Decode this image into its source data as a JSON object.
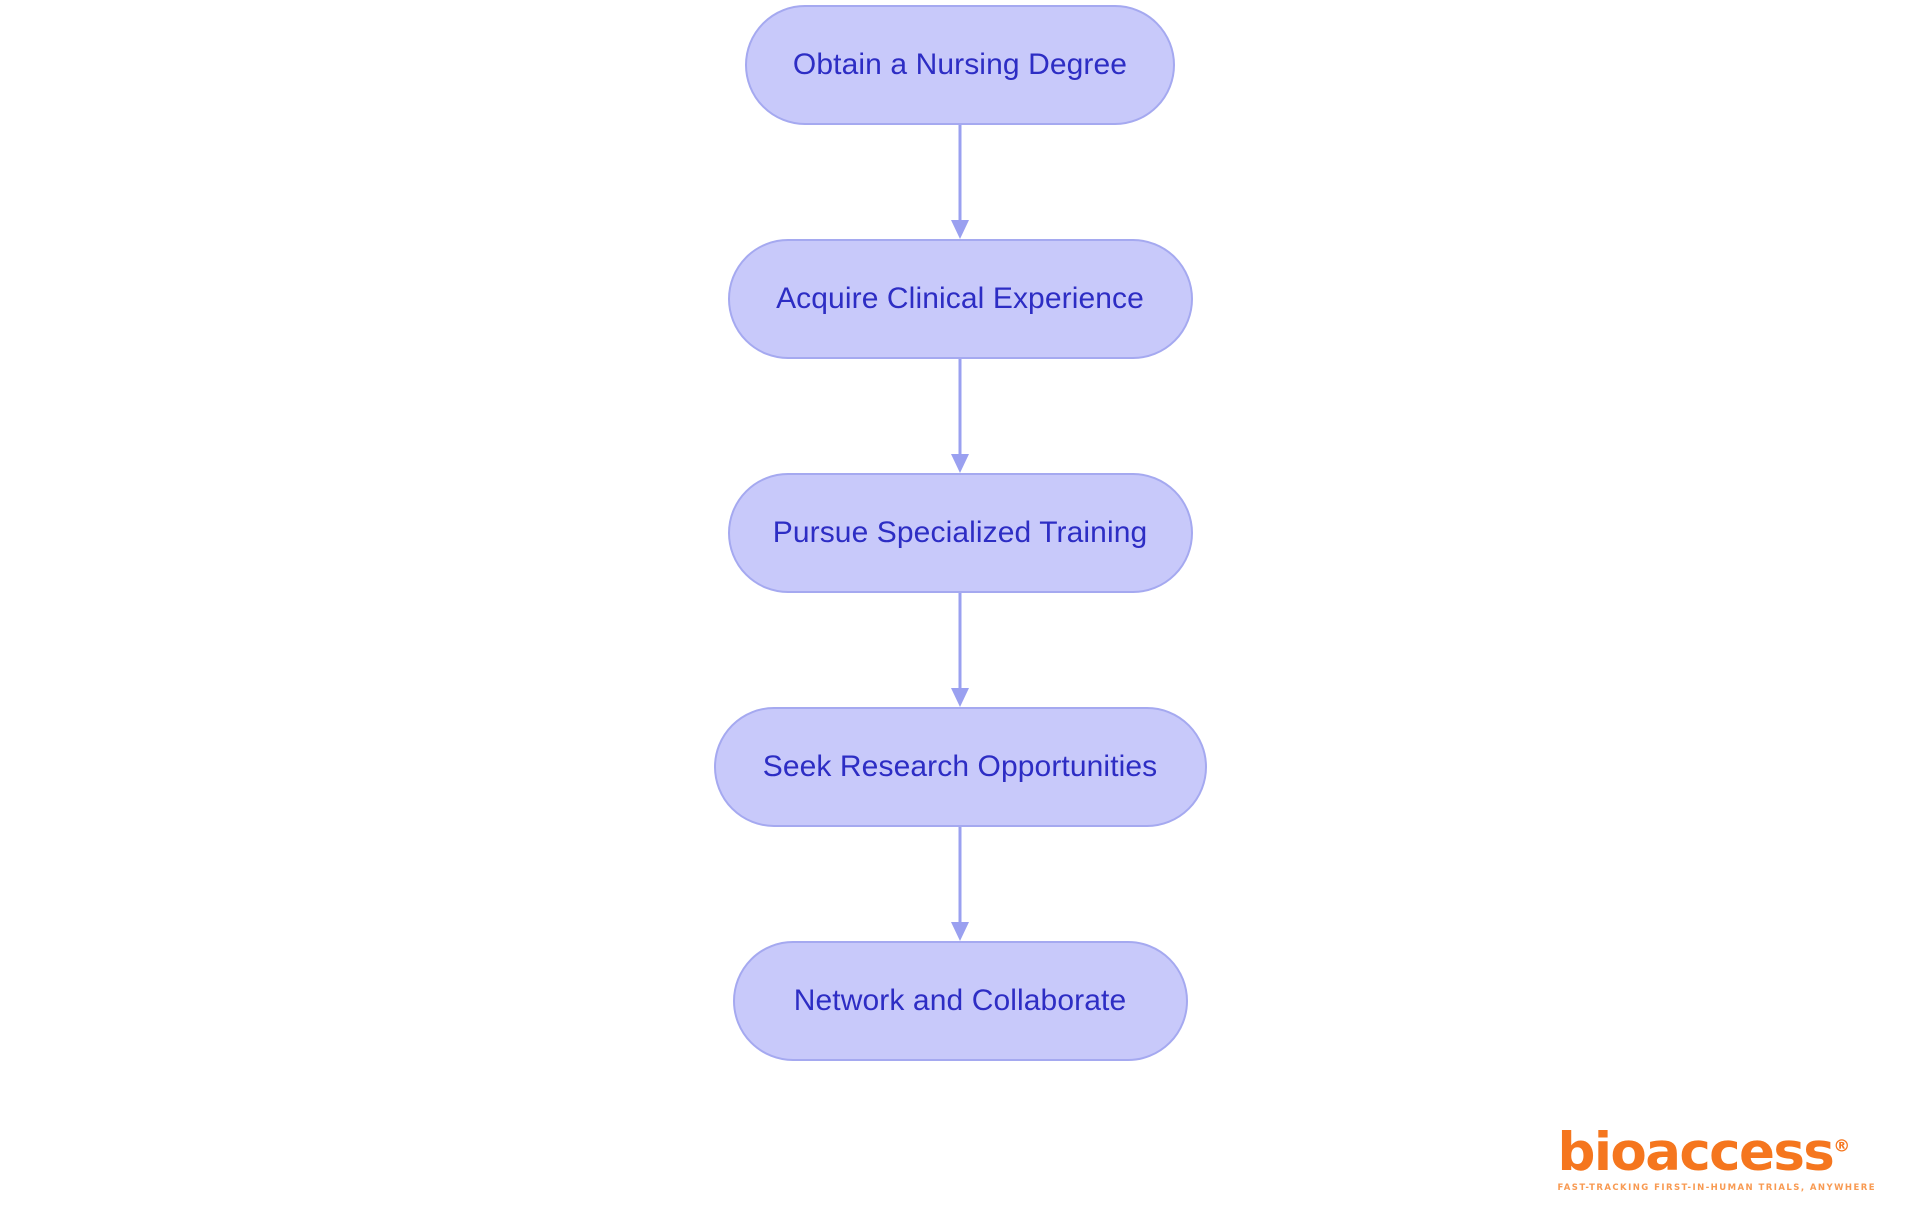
{
  "diagram": {
    "type": "flowchart",
    "orientation": "vertical",
    "background_color": "#ffffff",
    "node_fill_color": "#c8c9fa",
    "node_border_color": "#a5a9f0",
    "node_text_color": "#2d2dc4",
    "connector_color": "#9aa0f0",
    "nodes": [
      {
        "id": "node-1",
        "label": "Obtain a Nursing Degree",
        "width_class": "w-430"
      },
      {
        "id": "node-2",
        "label": "Acquire Clinical Experience",
        "width_class": "w-465"
      },
      {
        "id": "node-3",
        "label": "Pursue Specialized Training",
        "width_class": "w-465"
      },
      {
        "id": "node-4",
        "label": "Seek Research Opportunities",
        "width_class": "w-493"
      },
      {
        "id": "node-5",
        "label": "Network and Collaborate",
        "width_class": "w-455"
      }
    ],
    "connectors": [
      {
        "from": "node-1",
        "to": "node-2"
      },
      {
        "from": "node-2",
        "to": "node-3"
      },
      {
        "from": "node-3",
        "to": "node-4"
      },
      {
        "from": "node-4",
        "to": "node-5"
      }
    ]
  },
  "branding": {
    "wordmark": "bioaccess",
    "registered_mark": "®",
    "tagline": "FAST-TRACKING FIRST-IN-HUMAN TRIALS, ANYWHERE",
    "color": "#f5761e"
  }
}
